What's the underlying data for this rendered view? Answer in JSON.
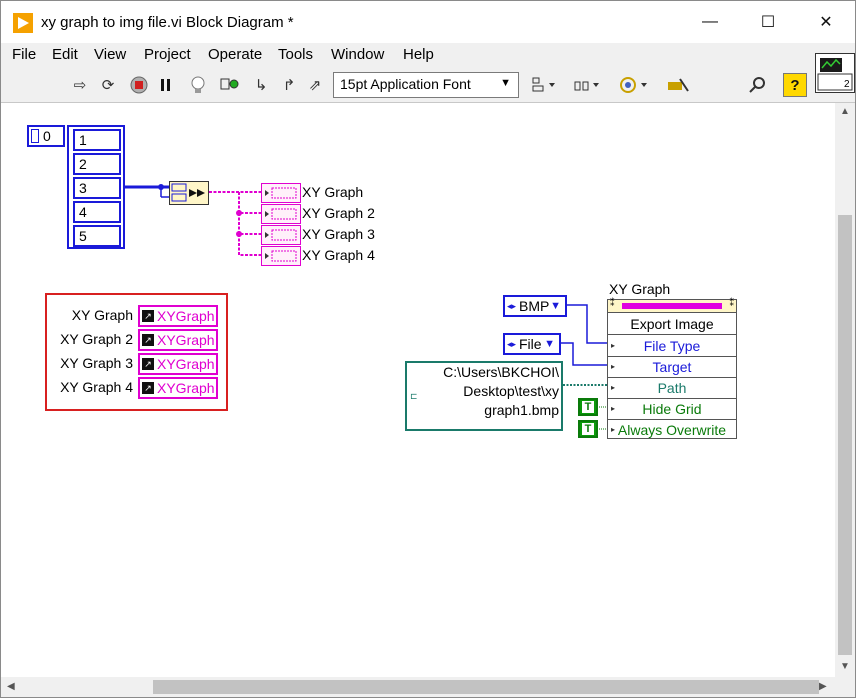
{
  "window": {
    "title": "xy graph to img file.vi Block Diagram *",
    "minimize": "—",
    "maximize": "☐",
    "close": "✕"
  },
  "menu": [
    "File",
    "Edit",
    "View",
    "Project",
    "Operate",
    "Tools",
    "Window",
    "Help"
  ],
  "toolbar": {
    "font": "15pt Application Font",
    "icons": [
      "run-arrow-icon",
      "run-continuous-icon",
      "abort-icon",
      "pause-icon",
      "highlight-execution-icon",
      "retain-wire-values-icon",
      "step-into-icon",
      "step-over-icon",
      "step-out-icon",
      "align-icon",
      "distribute-icon",
      "reorder-icon",
      "cleanup-icon",
      "search-icon",
      "help-icon"
    ]
  },
  "diagram": {
    "index": "0",
    "array": [
      "1",
      "2",
      "3",
      "4",
      "5"
    ],
    "graph_refs": [
      "XY Graph",
      "XY Graph 2",
      "XY Graph 3",
      "XY Graph 4"
    ],
    "ref_controls": [
      {
        "label": "XY Graph",
        "value": "XYGraph"
      },
      {
        "label": "XY Graph 2",
        "value": "XYGraph"
      },
      {
        "label": "XY Graph 3",
        "value": "XYGraph"
      },
      {
        "label": "XY Graph 4",
        "value": "XYGraph"
      }
    ],
    "enum_bmp": "BMP",
    "enum_file": "File",
    "path_lines": [
      "C:\\Users\\BKCHOI\\",
      "Desktop\\test\\xy",
      "graph1.bmp"
    ],
    "invoke": {
      "title": "XY Graph",
      "rows": [
        "Export Image",
        "File Type",
        "Target",
        "Path",
        "Hide Grid",
        "Always Overwrite"
      ]
    },
    "bool_true": "T"
  },
  "colors": {
    "array_blue": "#1a1ad9",
    "ref_pink": "#e000d0",
    "panel_red": "#d82020",
    "path_teal": "#1a7a6a",
    "bool_green": "#0a9a0a"
  }
}
